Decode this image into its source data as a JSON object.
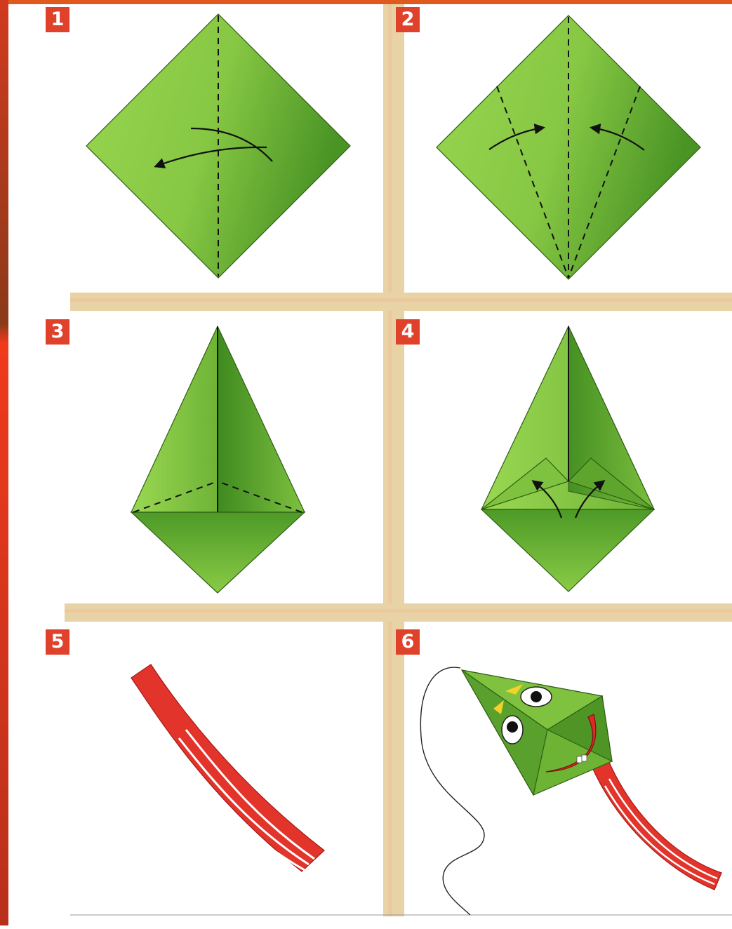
{
  "diagram": {
    "steps": [
      {
        "number": "1"
      },
      {
        "number": "2"
      },
      {
        "number": "3"
      },
      {
        "number": "4"
      },
      {
        "number": "5"
      },
      {
        "number": "6"
      }
    ]
  },
  "colors": {
    "paper_green_light": "#8fd04a",
    "paper_green_dark": "#4f9a25",
    "tail_red": "#e2342b",
    "badge_red": "#e0412b",
    "divider_tan": "#e7d3a6",
    "background_left_edge": "#c8321e"
  }
}
